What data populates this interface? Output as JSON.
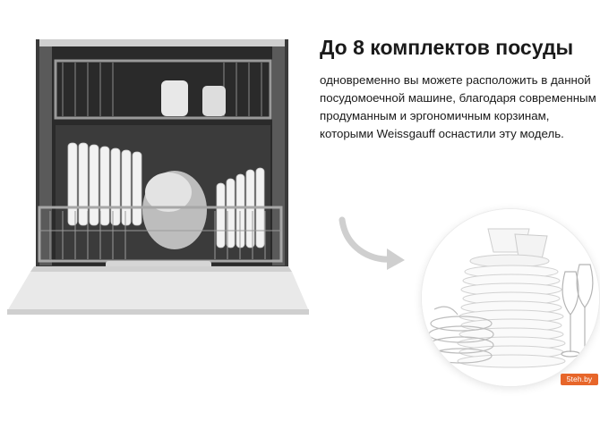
{
  "promo": {
    "headline": "До 8 комплектов посуды",
    "description": "одновременно вы можете расположить в данной посудомоечной машине, благодаря современным продуманным и эргономичным корзинам, которыми Weissgauff оснастили эту модель.",
    "watermark": "5teh.by"
  },
  "icons": {
    "arrow": "curved-arrow-icon"
  },
  "colors": {
    "text": "#1a1a1a",
    "arrow": "#cfcfcf",
    "watermark_bg": "#e7662a"
  }
}
